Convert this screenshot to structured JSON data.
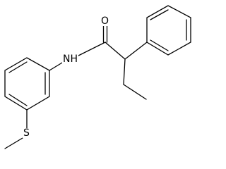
{
  "structure": {
    "atom_labels": {
      "oxygen": "O",
      "amide_nitrogen": "NH",
      "sulfur": "S"
    }
  }
}
